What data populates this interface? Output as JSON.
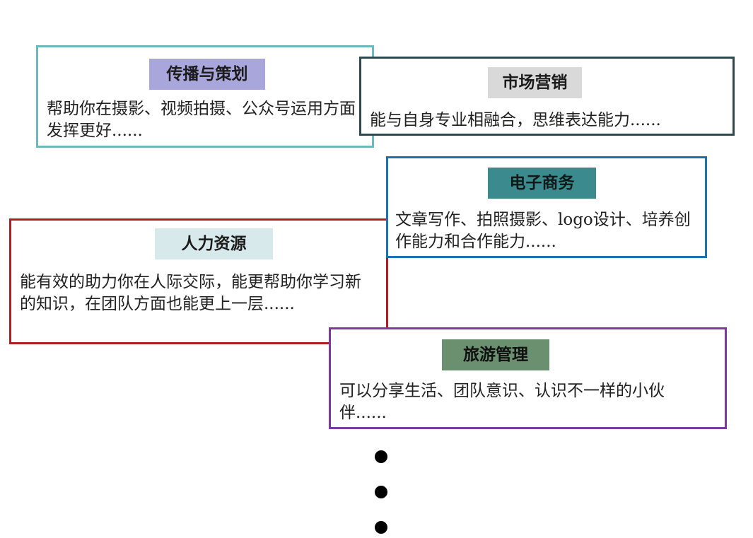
{
  "cards": [
    {
      "title": "传播与策划",
      "description": "帮助你在摄影、视频拍摄、公众号运用方面发挥更好......",
      "border_color": "#6fb7be",
      "tag_color": "#a9a6dc"
    },
    {
      "title": "市场营销",
      "description": "能与自身专业相融合，思维表达能力......",
      "border_color": "#2d4a4e",
      "tag_color": "#d9d9d9"
    },
    {
      "title": "电子商务",
      "description": "文章写作、拍照摄影、logo设计、培养创作能力和合作能力......",
      "border_color": "#1a73b0",
      "tag_color": "#3b8a8e"
    },
    {
      "title": "人力资源",
      "description": "能有效的助力你在人际交际，能更帮助你学习新的知识，在团队方面也能更上一层......",
      "border_color": "#b01d22",
      "tag_color": "#d7e9ea"
    },
    {
      "title": "旅游管理",
      "description": "可以分享生活、团队意识、认识不一样的小伙伴......",
      "border_color": "#7b3aa0",
      "tag_color": "#6a9070"
    }
  ]
}
